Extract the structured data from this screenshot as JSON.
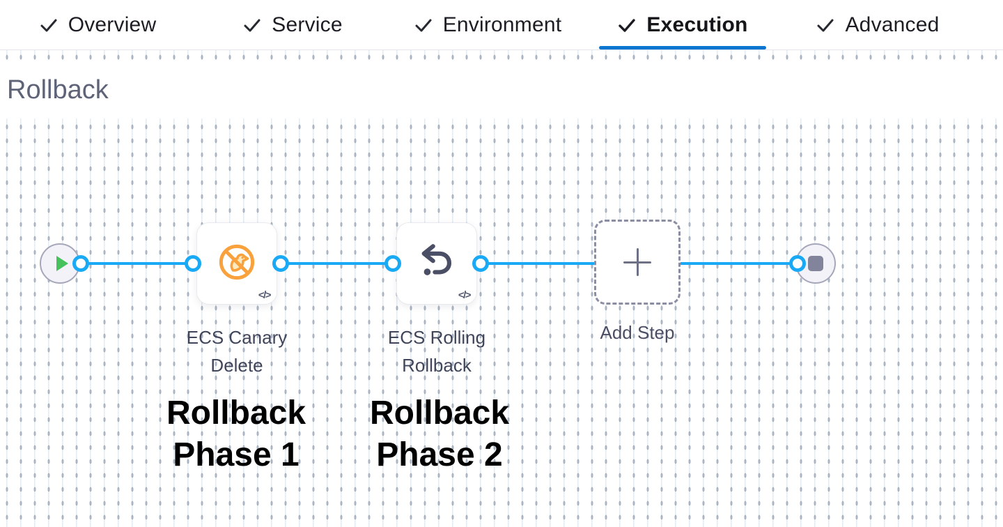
{
  "tabs": {
    "items": [
      {
        "label": "Overview",
        "checked": true,
        "active": false
      },
      {
        "label": "Service",
        "checked": true,
        "active": false
      },
      {
        "label": "Environment",
        "checked": true,
        "active": false
      },
      {
        "label": "Execution",
        "checked": true,
        "active": true
      },
      {
        "label": "Advanced",
        "checked": true,
        "active": false
      }
    ]
  },
  "section": {
    "title": "Rollback"
  },
  "pipeline": {
    "start_node": "start",
    "end_node": "stop",
    "steps": [
      {
        "name": "ECS Canary Delete",
        "icon": "canary-delete-icon",
        "yaml_badge": "</>",
        "annotation": "Rollback Phase 1"
      },
      {
        "name": "ECS Rolling Rollback",
        "icon": "rolling-rollback-icon",
        "yaml_badge": "</>",
        "annotation": "Rollback Phase 2"
      }
    ],
    "add_step_label": "Add Step"
  },
  "colors": {
    "active_tab_underline": "#0b76d0",
    "flow_line_blue": "#1aa9f5",
    "canary_orange": "#f9a13c",
    "icon_slate": "#4b4f66",
    "play_green": "#47c15b",
    "stop_gray": "#82849b",
    "annotation_black": "#000000"
  }
}
